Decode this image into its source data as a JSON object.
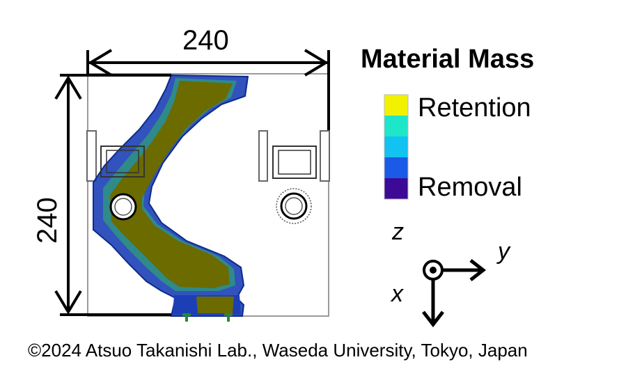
{
  "dimensions": {
    "width_label": "240",
    "height_label": "240"
  },
  "legend": {
    "title": "Material Mass",
    "max_label": "Retention",
    "min_label": "Removal",
    "colors": [
      "#f2f200",
      "#1ee6c8",
      "#12c2f0",
      "#1a5ae6",
      "#3c0a96"
    ]
  },
  "colors": {
    "retained_material": "#6b6b00",
    "removal_boundary": "#1c3fb6",
    "outline": "#000000"
  },
  "axes": {
    "z_label": "z",
    "y_label": "y",
    "x_label": "x",
    "z_icon": "out-of-plane-circle-icon"
  },
  "footer": {
    "copyright": "©2024 Atsuo Takanishi Lab., Waseda University, Tokyo, Japan"
  }
}
